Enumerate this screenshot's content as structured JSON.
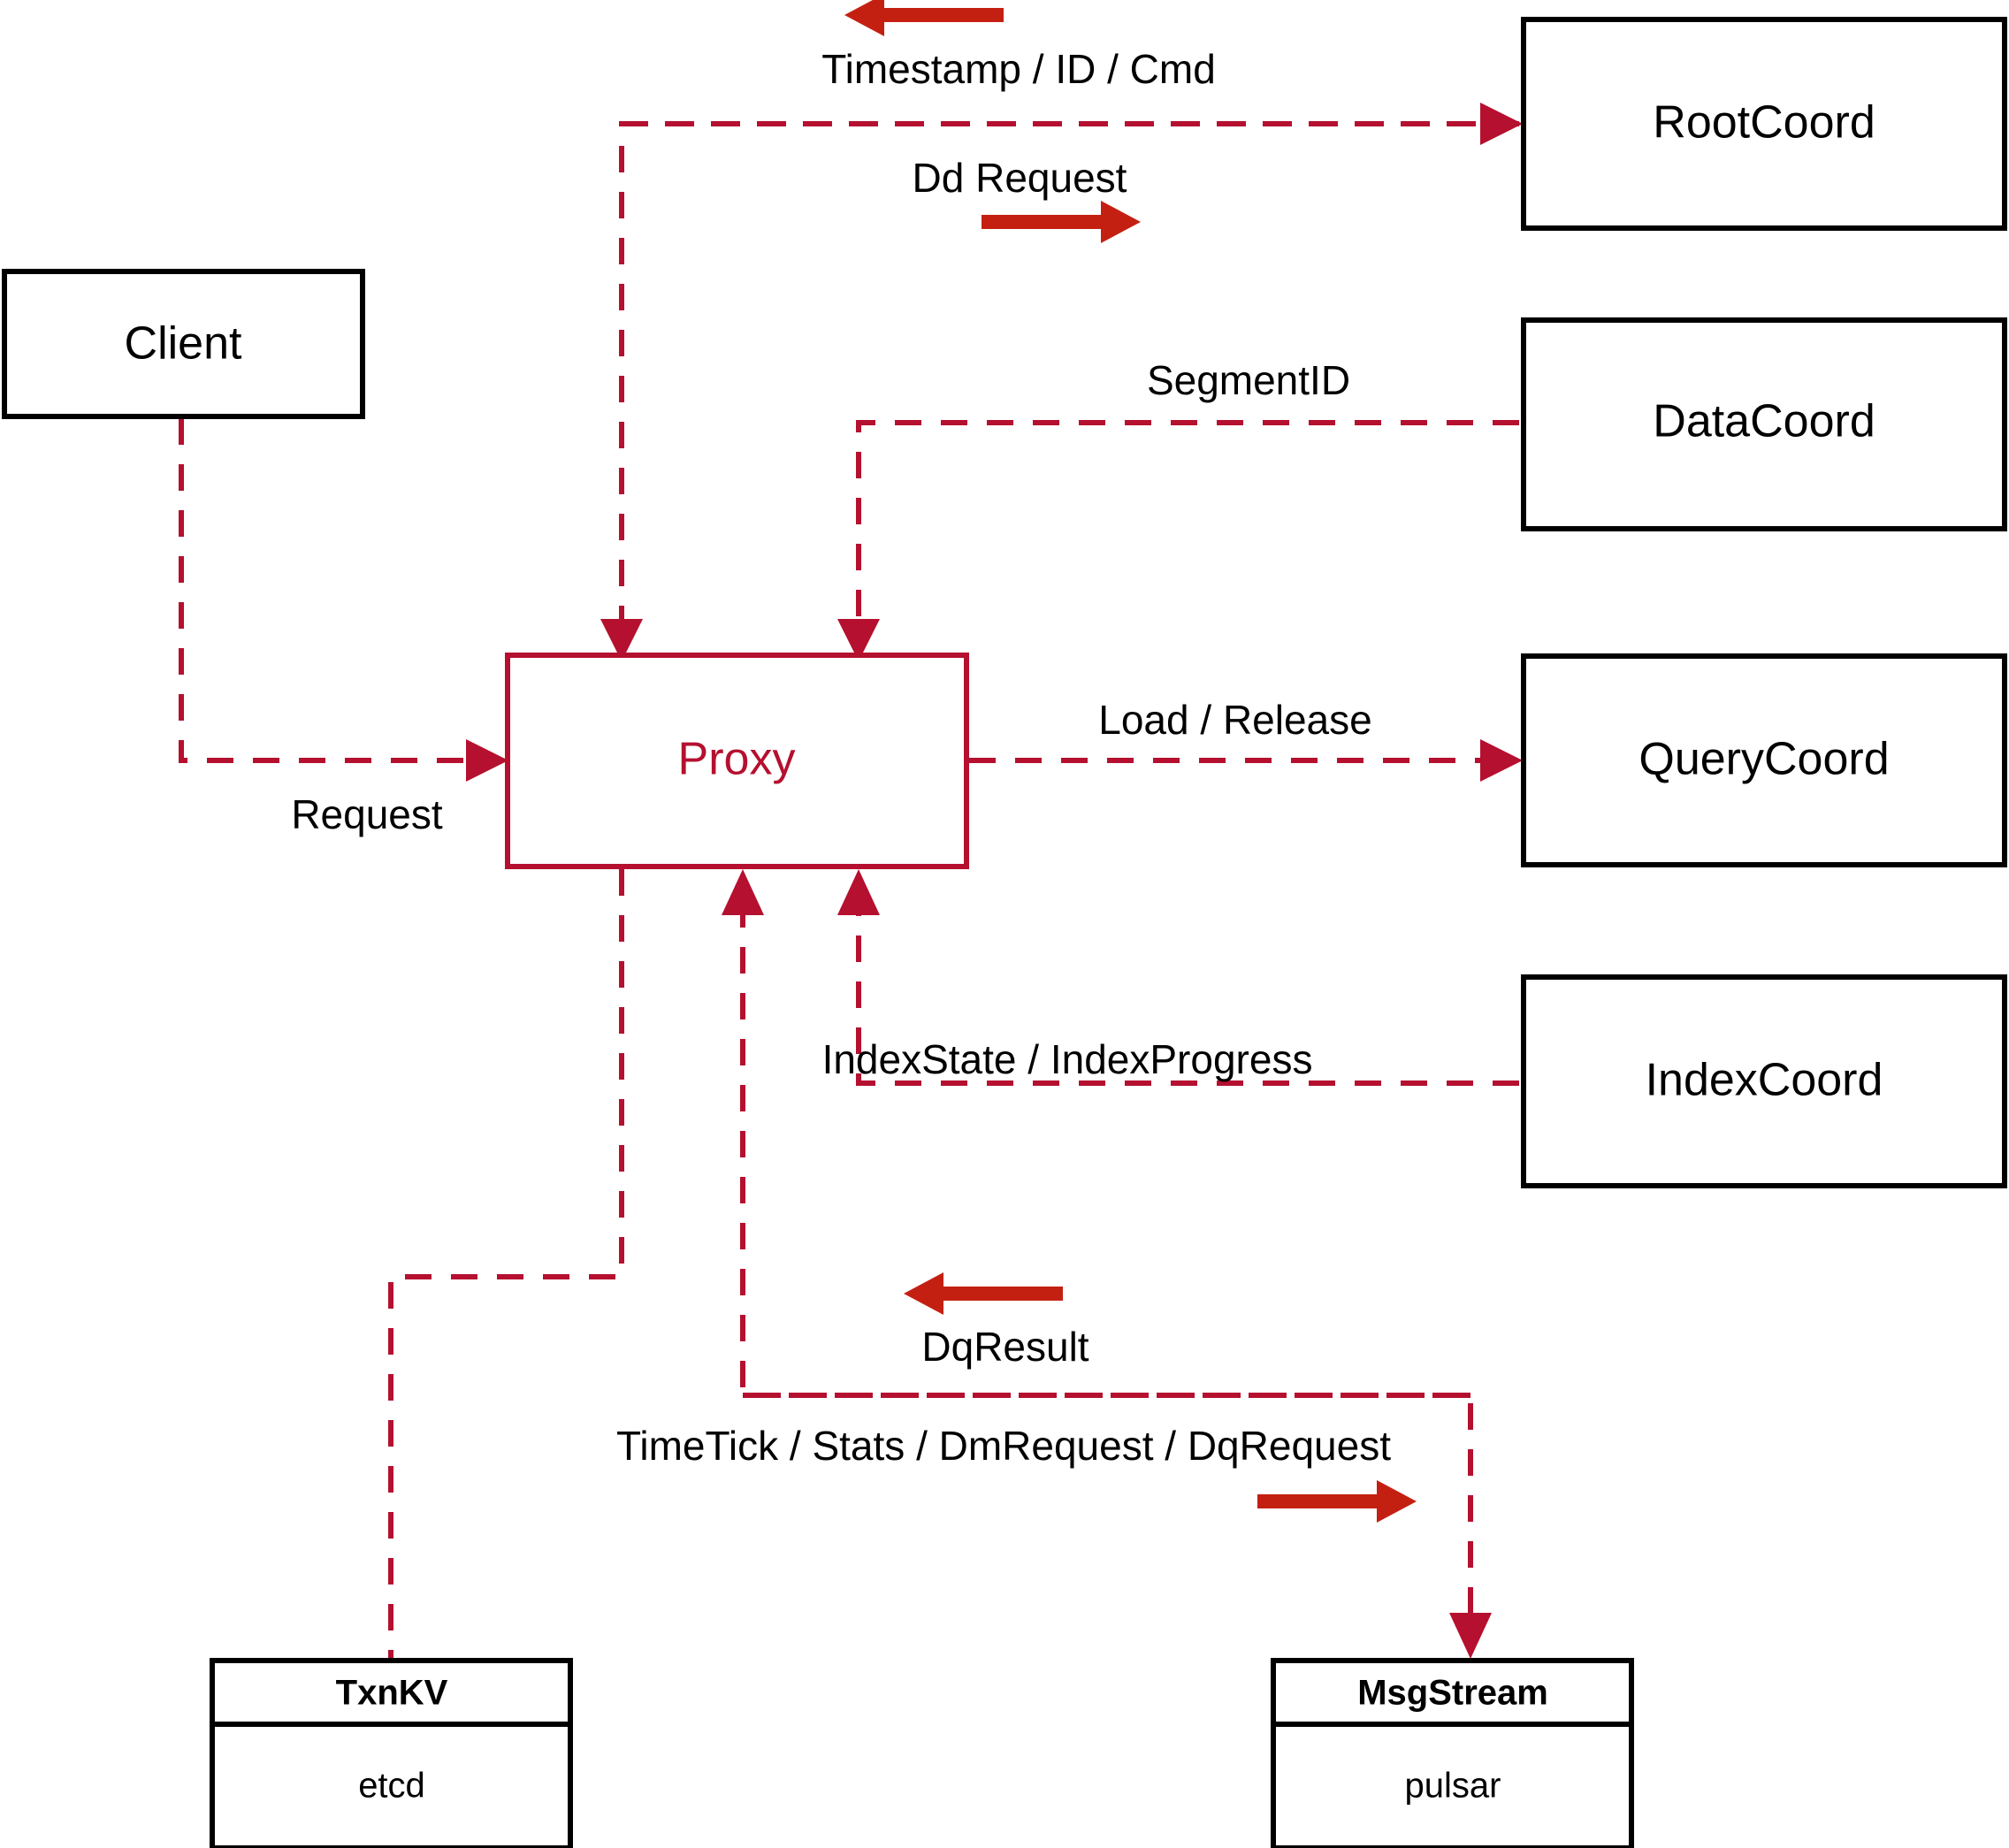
{
  "diagram": {
    "title": "Proxy architecture dataflow",
    "colors": {
      "accent_red": "#B5102F",
      "arrow_red": "#C42012",
      "box_stroke": "#000000",
      "background": "#ffffff"
    },
    "nodes": [
      {
        "id": "client",
        "label": "Client",
        "style": "black"
      },
      {
        "id": "proxy",
        "label": "Proxy",
        "style": "red"
      },
      {
        "id": "rootcoord",
        "label": "RootCoord",
        "style": "black"
      },
      {
        "id": "datacoord",
        "label": "DataCoord",
        "style": "black"
      },
      {
        "id": "querycoord",
        "label": "QueryCoord",
        "style": "black"
      },
      {
        "id": "indexcoord",
        "label": "IndexCoord",
        "style": "black"
      },
      {
        "id": "txnkv",
        "label": "TxnKV",
        "sublabel": "etcd",
        "style": "compartment"
      },
      {
        "id": "msgstream",
        "label": "MsgStream",
        "sublabel": "pulsar",
        "style": "compartment"
      }
    ],
    "edges": [
      {
        "id": "client-proxy",
        "label": "Request",
        "from": "client",
        "to": "proxy"
      },
      {
        "id": "proxy-rootcoord",
        "label": "Dd Request",
        "from": "proxy",
        "to": "rootcoord"
      },
      {
        "id": "rootcoord-proxy",
        "label": "Timestamp / ID / Cmd",
        "from": "rootcoord",
        "to": "proxy"
      },
      {
        "id": "datacoord-proxy",
        "label": "SegmentID",
        "from": "datacoord",
        "to": "proxy"
      },
      {
        "id": "proxy-querycoord",
        "label": "Load / Release",
        "from": "proxy",
        "to": "querycoord"
      },
      {
        "id": "indexcoord-proxy",
        "label": "IndexState / IndexProgress",
        "from": "indexcoord",
        "to": "proxy"
      },
      {
        "id": "msgstream-proxy",
        "label": "DqResult",
        "from": "msgstream",
        "to": "proxy"
      },
      {
        "id": "proxy-msgstream",
        "label": "TimeTick / Stats / DmRequest / DqRequest",
        "from": "proxy",
        "to": "msgstream"
      },
      {
        "id": "proxy-txnkv",
        "label": "",
        "from": "proxy",
        "to": "txnkv"
      }
    ]
  }
}
